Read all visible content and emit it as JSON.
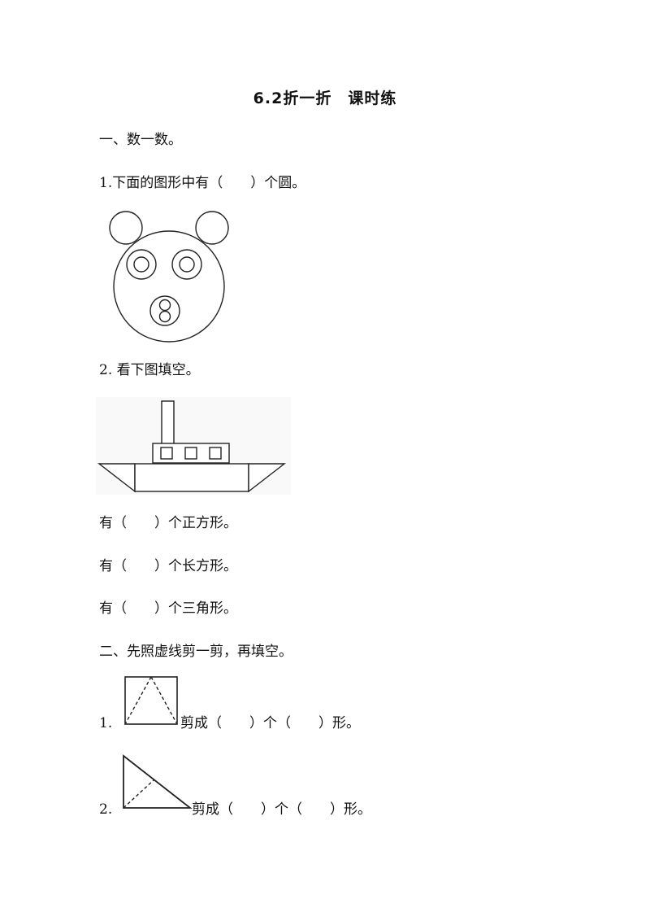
{
  "title": "6.2折一折　课时练",
  "section1": {
    "heading": "一、数一数。",
    "q1": "1.下面的图形中有（　　）个圆。",
    "q2": "2.  看下图填空。",
    "blanks": [
      "有（　　）个正方形。",
      "有（　　）个长方形。",
      "有（　　）个三角形。"
    ]
  },
  "section2": {
    "heading": "二、先照虚线剪一剪，再填空。",
    "item1": {
      "num": "1.",
      "text": "剪成（　　）个（　　）形。"
    },
    "item2": {
      "num": "2.",
      "text": "剪成（　　）个（　　）形。"
    }
  }
}
